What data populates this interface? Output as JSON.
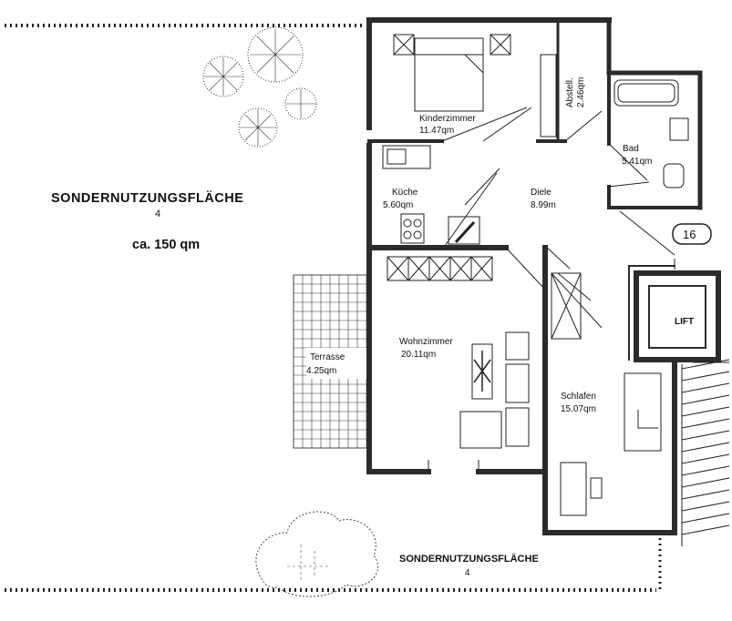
{
  "areas": {
    "garden_top": {
      "label": "SONDERNUTZUNGSFLÄCHE",
      "number": "4",
      "size": "ca. 150 qm"
    },
    "garden_bottom": {
      "label": "SONDERNUTZUNGSFLÄCHE",
      "number": "4"
    }
  },
  "rooms": {
    "kinderzimmer": {
      "name": "Kinderzimmer",
      "area": "11.47qm"
    },
    "abstell": {
      "name": "Abstell.",
      "area": "2.46qm"
    },
    "bad": {
      "name": "Bad",
      "area": "5.41qm"
    },
    "kueche": {
      "name": "Küche",
      "area": "5.60qm"
    },
    "diele": {
      "name": "Diele",
      "area": "8.99m"
    },
    "wohnzimmer": {
      "name": "Wohnzimmer",
      "area": "20.11qm"
    },
    "terrasse": {
      "name": "Terrasse",
      "area": "4.25qm"
    },
    "schlafen": {
      "name": "Schlafen",
      "area": "15.07qm"
    },
    "lift": {
      "name": "LIFT"
    }
  },
  "unit_number": "16",
  "colors": {
    "wall": "#2b2b2b",
    "line": "#222222",
    "background": "#ffffff"
  }
}
